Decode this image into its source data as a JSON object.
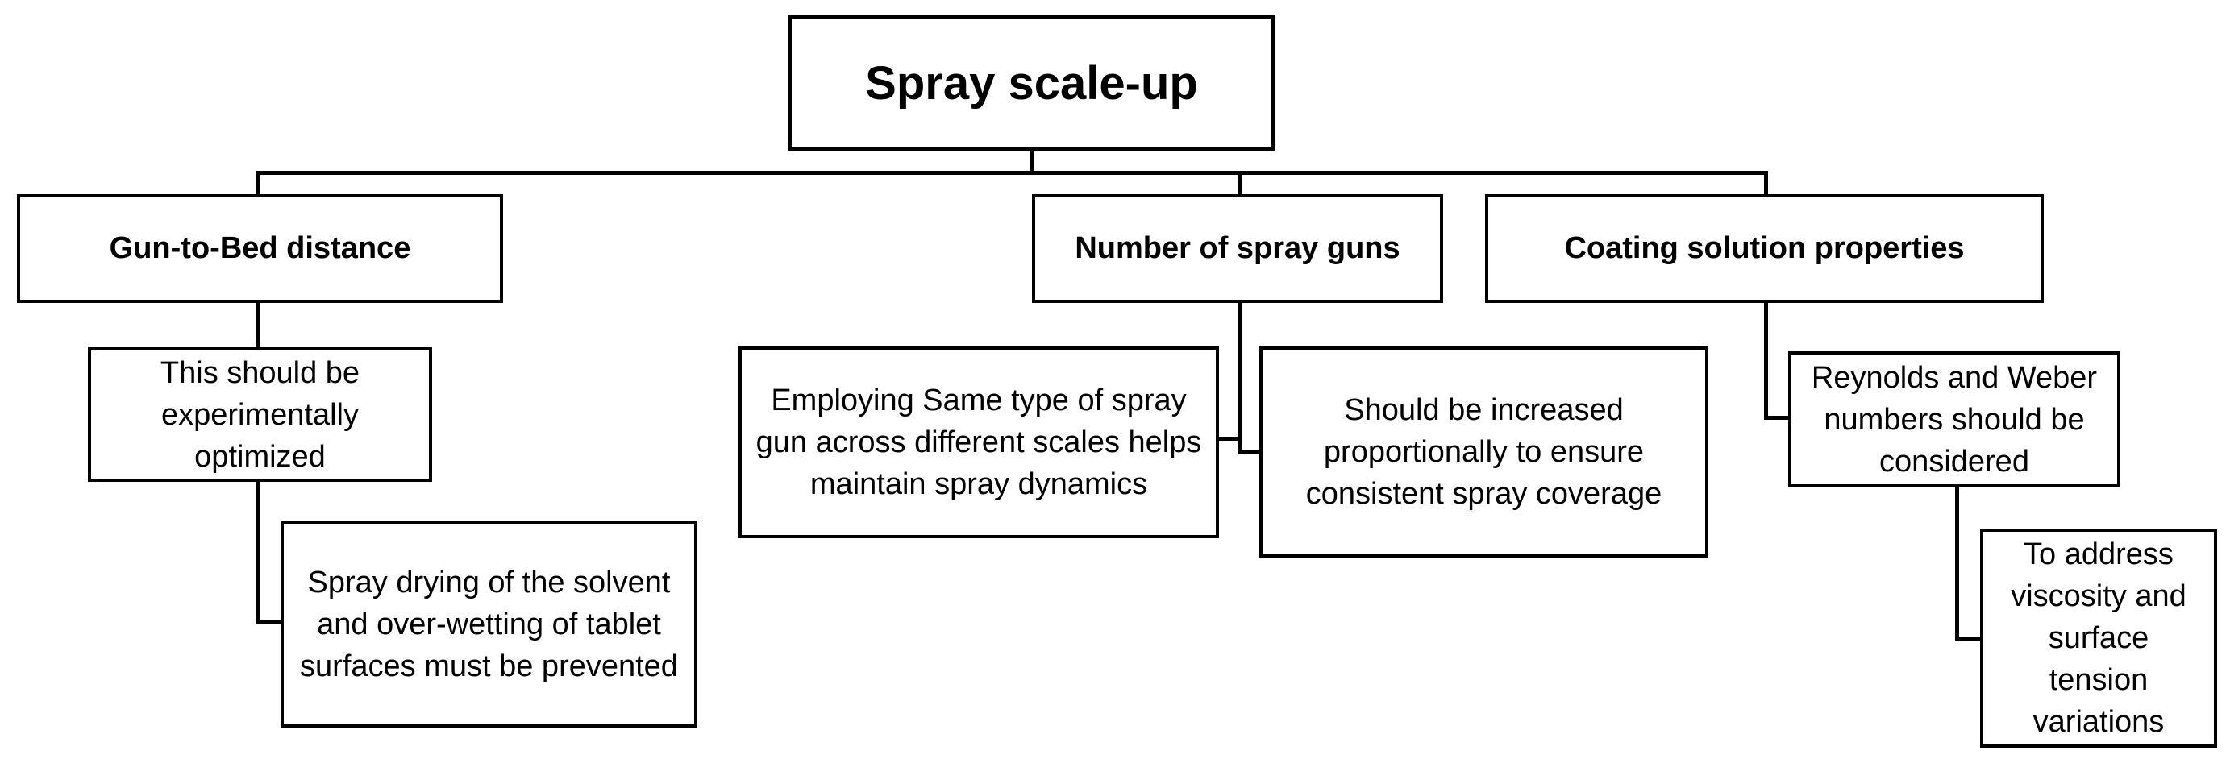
{
  "diagram": {
    "root": {
      "label": "Spray scale-up"
    },
    "branches": [
      {
        "label": "Gun-to-Bed distance",
        "notes": [
          "This should be experimentally optimized",
          "Spray drying of the solvent and over-wetting of tablet surfaces must be prevented"
        ]
      },
      {
        "label": "Number of spray guns",
        "notes": [
          "Employing Same type of spray gun across different scales helps maintain spray dynamics",
          "Should be increased proportionally to ensure consistent spray coverage"
        ]
      },
      {
        "label": "Coating solution properties",
        "notes": [
          "Reynolds and Weber numbers should be considered",
          "To address viscosity and surface tension variations"
        ]
      }
    ]
  },
  "colors": {
    "line": "#000000",
    "box_fill": "#ffffff",
    "text": "#000000"
  }
}
